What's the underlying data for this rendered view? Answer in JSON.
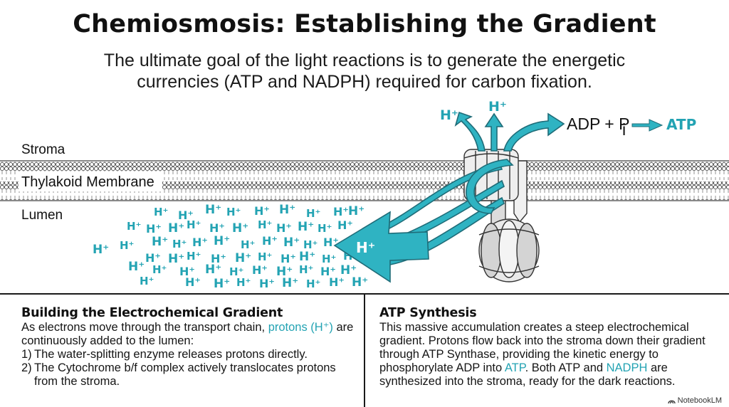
{
  "header": {
    "title": "Chemiosmosis: Establishing the Gradient",
    "subtitle": "The ultimate goal of the light reactions is to generate the energetic currencies (ATP and NADPH) required for carbon fixation."
  },
  "diagram": {
    "stroma_label": "Stroma",
    "membrane_label": "Thylakoid Membrane",
    "lumen_label": "Lumen",
    "proton_label": "H⁺",
    "equation": {
      "adp": "ADP + P",
      "subscript": "i",
      "product": "ATP"
    }
  },
  "panels": {
    "left": {
      "heading": "Building the Electrochemical Gradient",
      "intro_before": "As electrons move through the transport chain, ",
      "intro_accent": "protons (H⁺)",
      "intro_after": " are continuously added to the lumen:",
      "items": [
        {
          "number": "1)",
          "text": "The water-splitting enzyme releases protons directly."
        },
        {
          "number": "2)",
          "text": "The Cytochrome b/f complex actively translocates protons from the stroma."
        }
      ]
    },
    "right": {
      "heading": "ATP Synthesis",
      "text_1": "This massive accumulation creates a steep electrochemical gradient. Protons flow back into the stroma down their gradient through ATP Synthase, providing the kinetic energy to phosphorylate ADP into ",
      "accent_1": "ATP",
      "text_2": ". Both ATP and ",
      "accent_2": "NADPH",
      "text_3": " are synthesized into the stroma, ready for the dark reactions."
    }
  },
  "watermark": "NotebookLM",
  "colors": {
    "accent": "#23a3b3",
    "membrane": "#555555",
    "synthase": "#e6e6e6"
  }
}
